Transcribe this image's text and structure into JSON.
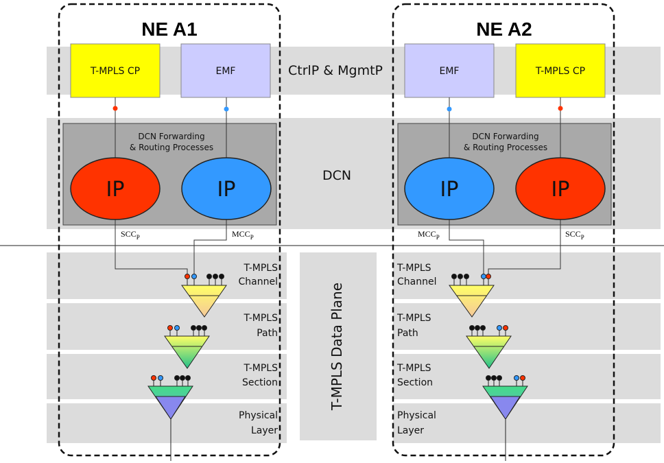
{
  "ne_left": {
    "title": "NE A1",
    "tmpls_cp": "T-MPLS CP",
    "emf": "EMF",
    "dcn_box_line1": "DCN Forwarding",
    "dcn_box_line2": "& Routing Processes",
    "ip_left": "IP",
    "ip_right": "IP",
    "scc_label": "SCC",
    "scc_sub": "P",
    "mcc_label": "MCC",
    "mcc_sub": "P",
    "layers": [
      {
        "line1": "T-MPLS",
        "line2": "Channel"
      },
      {
        "line1": "T-MPLS",
        "line2": "Path"
      },
      {
        "line1": "T-MPLS",
        "line2": "Section"
      },
      {
        "line1": "Physical",
        "line2": "Layer"
      }
    ]
  },
  "ne_right": {
    "title": "NE A2",
    "tmpls_cp": "T-MPLS CP",
    "emf": "EMF",
    "dcn_box_line1": "DCN Forwarding",
    "dcn_box_line2": "& Routing Processes",
    "ip_left": "IP",
    "ip_right": "IP",
    "scc_label": "SCC",
    "scc_sub": "P",
    "mcc_label": "MCC",
    "mcc_sub": "P",
    "layers": [
      {
        "line1": "T-MPLS",
        "line2": "Channel"
      },
      {
        "line1": "T-MPLS",
        "line2": "Path"
      },
      {
        "line1": "T-MPLS",
        "line2": "Section"
      },
      {
        "line1": "Physical",
        "line2": "Layer"
      }
    ]
  },
  "bands": {
    "ctrl_mgmt": "CtrlP & MgmtP",
    "dcn": "DCN",
    "data_plane": "T-MPLS Data Plane"
  },
  "colors": {
    "band_gray": "#dcdcdc",
    "dcn_box": "#a9a9a9",
    "cp_yellow": "#ffff00",
    "emf_lavender": "#ccccff",
    "ip_red": "#ff3300",
    "ip_blue": "#3399ff",
    "dot_red": "#ff3300",
    "dot_blue": "#3399ff"
  }
}
